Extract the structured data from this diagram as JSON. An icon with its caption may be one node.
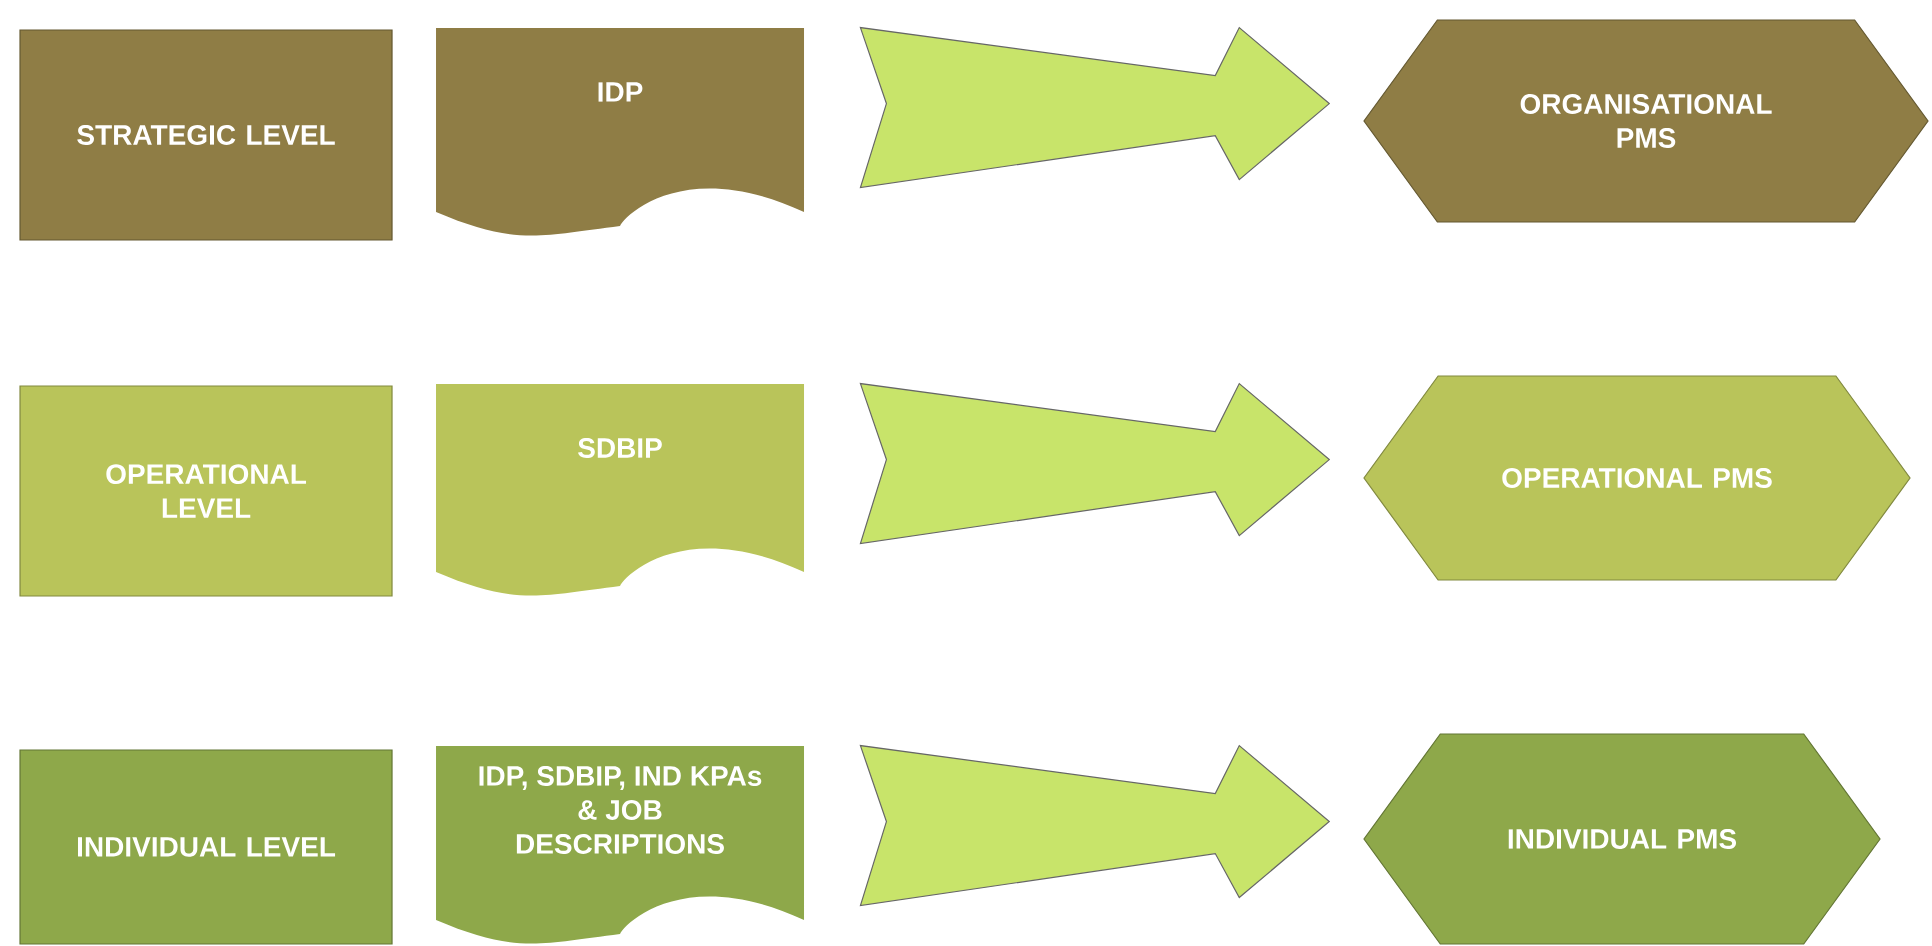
{
  "diagram": {
    "nodes": [
      {
        "text": [
          "STRATEGIC LEVEL"
        ]
      },
      {
        "text": [
          "IDP"
        ]
      },
      {
        "text": [
          "ORGANISATIONAL PMS"
        ]
      },
      {
        "text": [
          "OPERATIONAL LEVEL"
        ]
      },
      {
        "text": [
          "SDBIP"
        ]
      },
      {
        "text": [
          "OPERATIONAL PMS"
        ]
      },
      {
        "text": [
          "INDIVIDUAL LEVEL"
        ]
      },
      {
        "text": [
          "IDP, SDBIP, IND KPAs & JOB DESCRIPTIONS"
        ]
      },
      {
        "text": [
          "INDIVIDUAL PMS"
        ]
      }
    ],
    "edges": [
      {
        "from": 1,
        "to": 2,
        "arrow": "to"
      },
      {
        "from": 4,
        "to": 5,
        "arrow": "to"
      },
      {
        "from": 7,
        "to": 8,
        "arrow": "to"
      }
    ]
  }
}
